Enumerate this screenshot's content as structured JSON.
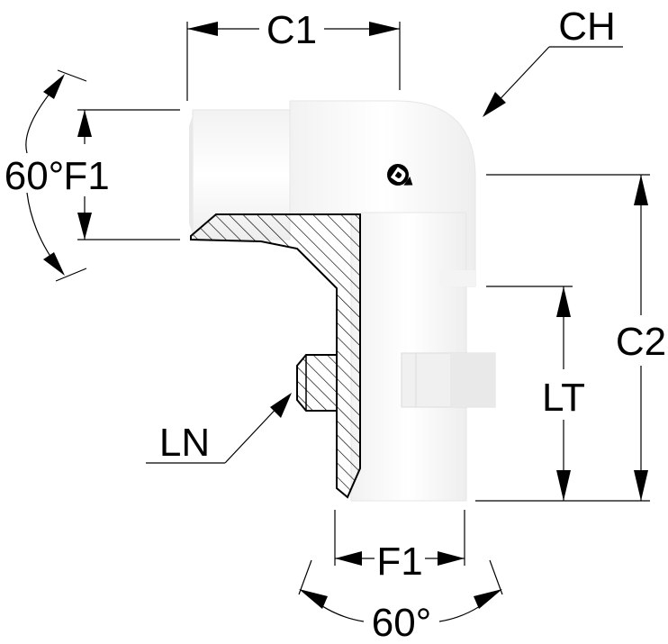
{
  "labels": {
    "c1": "C1",
    "ch": "CH",
    "angle_left": "60°",
    "f1_left": "F1",
    "c2": "C2",
    "lt": "LT",
    "ln": "LN",
    "f1_bottom": "F1",
    "angle_bottom": "60°"
  },
  "colors": {
    "background": "#ffffff",
    "line": "#000000",
    "hatch": "#000000"
  },
  "icons": {
    "brand_mark": "d-arrow-logo-icon"
  }
}
